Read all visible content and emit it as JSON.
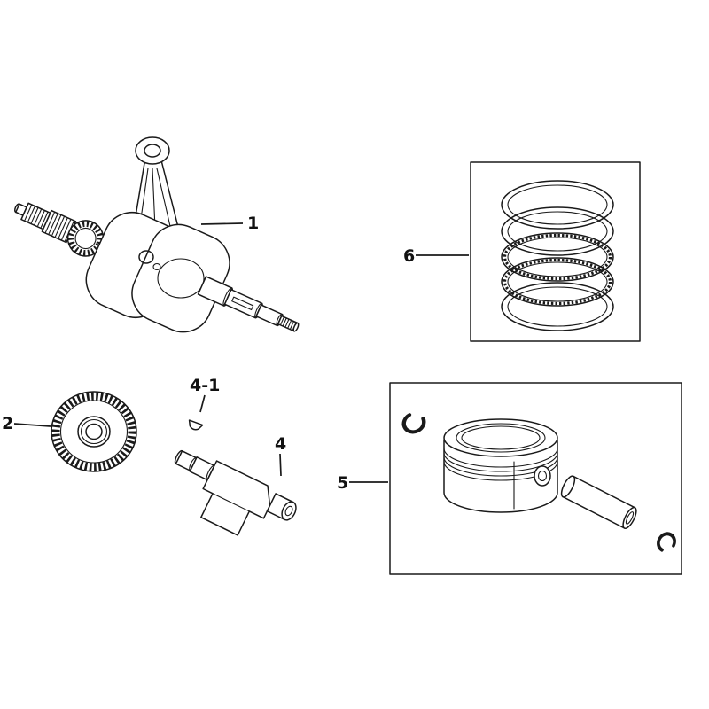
{
  "diagram": {
    "kind": "exploded-parts-diagram",
    "background_color": "#ffffff",
    "line_color": "#1a1a1a",
    "callouts": [
      {
        "part": "crankshaft-assembly",
        "label": "1"
      },
      {
        "part": "driven-gear",
        "label": "2"
      },
      {
        "part": "balancer-shaft",
        "label": "4"
      },
      {
        "part": "woodruff-key",
        "label": "4-1"
      },
      {
        "part": "piston-kit",
        "label": "5"
      },
      {
        "part": "piston-ring-set",
        "label": "6"
      }
    ]
  }
}
